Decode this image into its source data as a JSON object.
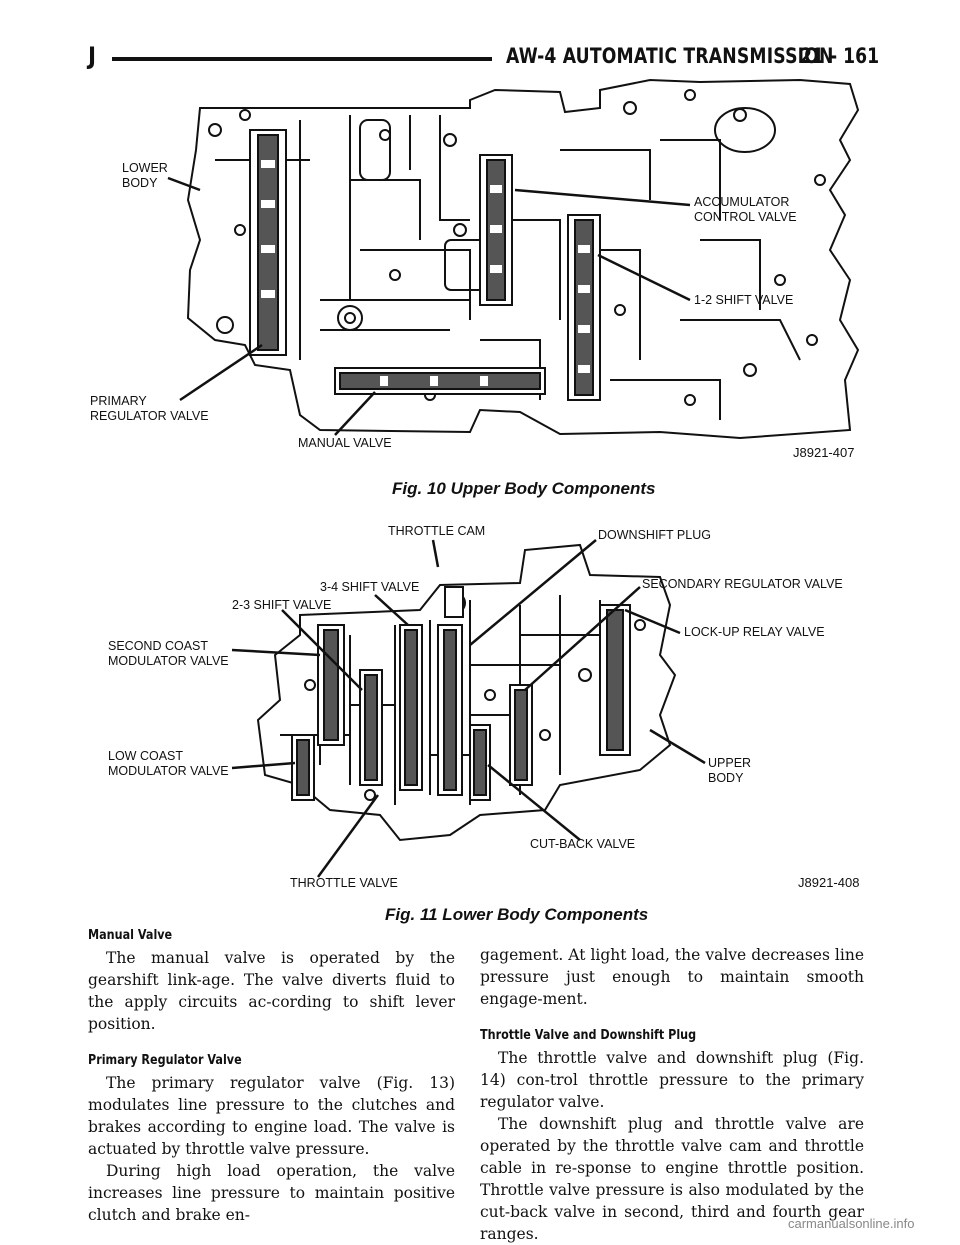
{
  "header": {
    "left_letter": "J",
    "title": "AW-4 AUTOMATIC TRANSMISSION",
    "page": "21 - 161"
  },
  "figure10": {
    "caption": "Fig. 10 Upper Body Components",
    "code": "J8921-407",
    "labels": {
      "lower_body_1": "LOWER",
      "lower_body_2": "BODY",
      "accumulator_1": "ACCUMULATOR",
      "accumulator_2": "CONTROL VALVE",
      "shift12": "1-2 SHIFT VALVE",
      "primary_1": "PRIMARY",
      "primary_2": "REGULATOR VALVE",
      "manual": "MANUAL VALVE"
    }
  },
  "figure11": {
    "caption": "Fig. 11 Lower Body Components",
    "code": "J8921-408",
    "labels": {
      "throttle_cam": "THROTTLE CAM",
      "downshift_plug": "DOWNSHIFT PLUG",
      "shift34": "3-4 SHIFT VALVE",
      "shift23": "2-3 SHIFT VALVE",
      "secondary": "SECONDARY REGULATOR VALVE",
      "second_coast_1": "SECOND COAST",
      "second_coast_2": "MODULATOR VALVE",
      "lockup": "LOCK-UP RELAY VALVE",
      "low_coast_1": "LOW COAST",
      "low_coast_2": "MODULATOR VALVE",
      "upper_body_1": "UPPER",
      "upper_body_2": "BODY",
      "cutback": "CUT-BACK VALVE",
      "throttle_valve": "THROTTLE VALVE"
    }
  },
  "left_column": {
    "h1": "Manual Valve",
    "p1": "The manual valve is operated by the gearshift link-age. The valve diverts fluid to the apply circuits ac-cording to shift lever position.",
    "h2": "Primary Regulator Valve",
    "p2": "The primary regulator valve (Fig. 13) modulates line pressure to the clutches and brakes according to engine load. The valve is actuated by throttle valve pressure.",
    "p3": "During high load operation, the valve increases line pressure to maintain positive clutch and brake en-"
  },
  "right_column": {
    "p0": "gagement. At light load, the valve decreases line pressure just enough to maintain smooth engage-ment.",
    "h1": "Throttle Valve and Downshift Plug",
    "p1": "The throttle valve and downshift plug (Fig. 14) con-trol throttle pressure to the primary regulator valve.",
    "p2": "The downshift plug and throttle valve are operated by the throttle valve cam and throttle cable in re-sponse to engine throttle position. Throttle valve pressure is also modulated by the cut-back valve in second, third and fourth gear ranges."
  },
  "watermark": "carmanualsonline.info"
}
